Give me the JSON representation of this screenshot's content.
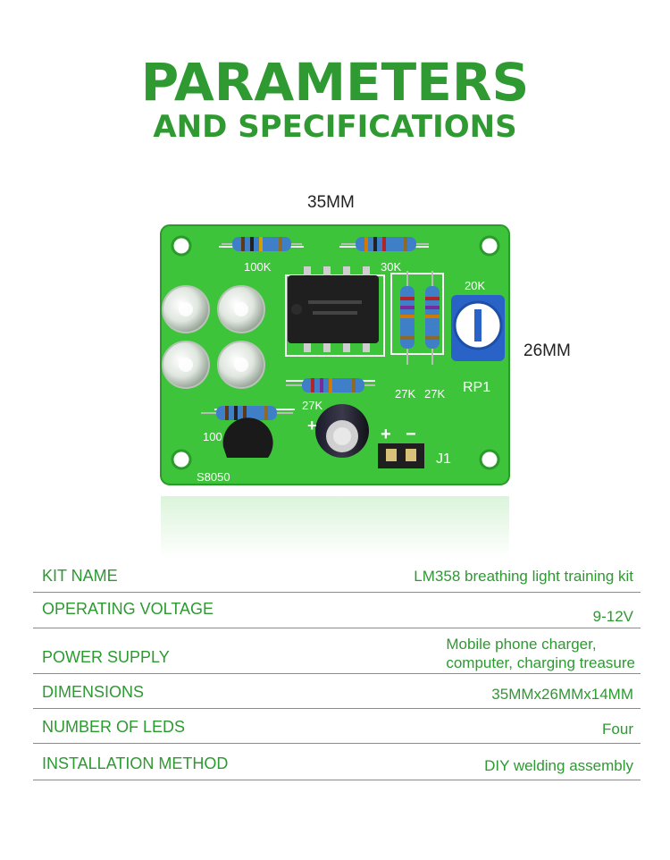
{
  "header": {
    "title": "PARAMETERS",
    "subtitle": "AND SPECIFICATIONS"
  },
  "dimensions": {
    "width_label": "35MM",
    "height_label": "26MM"
  },
  "board": {
    "resistor_100k": "100K",
    "resistor_30k": "30K",
    "resistor_20k": "20K",
    "resistor_27k_a": "27K",
    "resistor_27k_b": "27K",
    "resistor_27k_c": "27K",
    "resistor_100": "100",
    "rp1": "RP1",
    "j1": "J1",
    "plus": "+",
    "minus": "−",
    "cap_plus": "+",
    "transistor": "S8050"
  },
  "specs": [
    {
      "label": "KIT NAME",
      "value": "LM358 breathing  light training kit"
    },
    {
      "label": "OPERATING VOLTAGE",
      "value": "9-12V"
    },
    {
      "label": "POWER SUPPLY",
      "value": "Mobile phone charger,\ncomputer, charging treasure"
    },
    {
      "label": "DIMENSIONS",
      "value": "35MMx26MMx14MM"
    },
    {
      "label": "NUMBER OF LEDS",
      "value": "Four"
    },
    {
      "label": "INSTALLATION METHOD",
      "value": "DIY welding assembly"
    }
  ],
  "colors": {
    "accent_green": "#2e9a31",
    "pcb_green": "#3ec43a",
    "resistor_blue": "#3f7fc8"
  }
}
